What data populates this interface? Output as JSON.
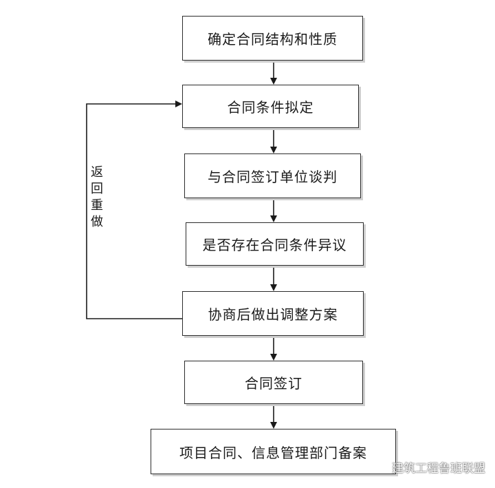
{
  "flowchart": {
    "steps": [
      "确定合同结构和性质",
      "合同条件拟定",
      "与合同签订单位谈判",
      "是否存在合同条件异议",
      "协商后做出调整方案",
      "合同签订",
      "项目合同、信息管理部门备案"
    ],
    "loop_label": "返回重做"
  },
  "watermark": {
    "text": "建筑工程鲁班联盟",
    "icon": "wechat-icon"
  },
  "colors": {
    "line": "#1a1a1a",
    "box_border": "#2b2b2b",
    "box_shadow": "#cfcfcf"
  }
}
